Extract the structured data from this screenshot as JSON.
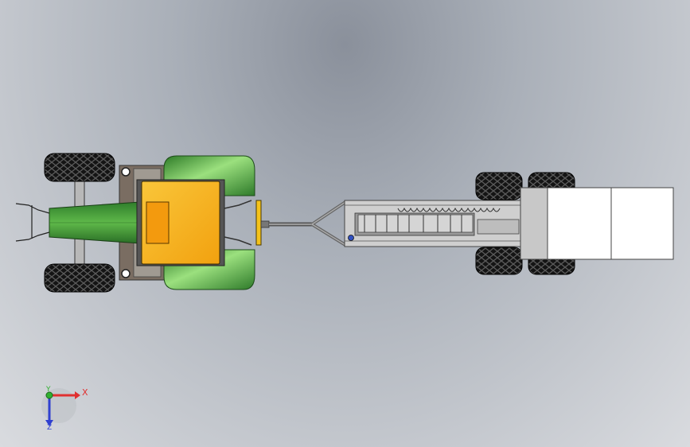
{
  "viewport": {
    "background_top": "#8a909b",
    "background_bottom": "#d9dbdf"
  },
  "model": {
    "tractor": {
      "body_color": "#4fa43a",
      "cab_color": "#f7b21a",
      "tire_color": "#1a1a1a"
    },
    "trailer": {
      "frame_color": "#d8d8d8",
      "hitch_color": "#808080",
      "bin_color": "#ffffff"
    }
  },
  "triad": {
    "x_label": "X",
    "y_label": "Y",
    "z_label": "Z",
    "x_color": "#e03030",
    "y_color": "#30b030",
    "z_color": "#3040d0"
  }
}
